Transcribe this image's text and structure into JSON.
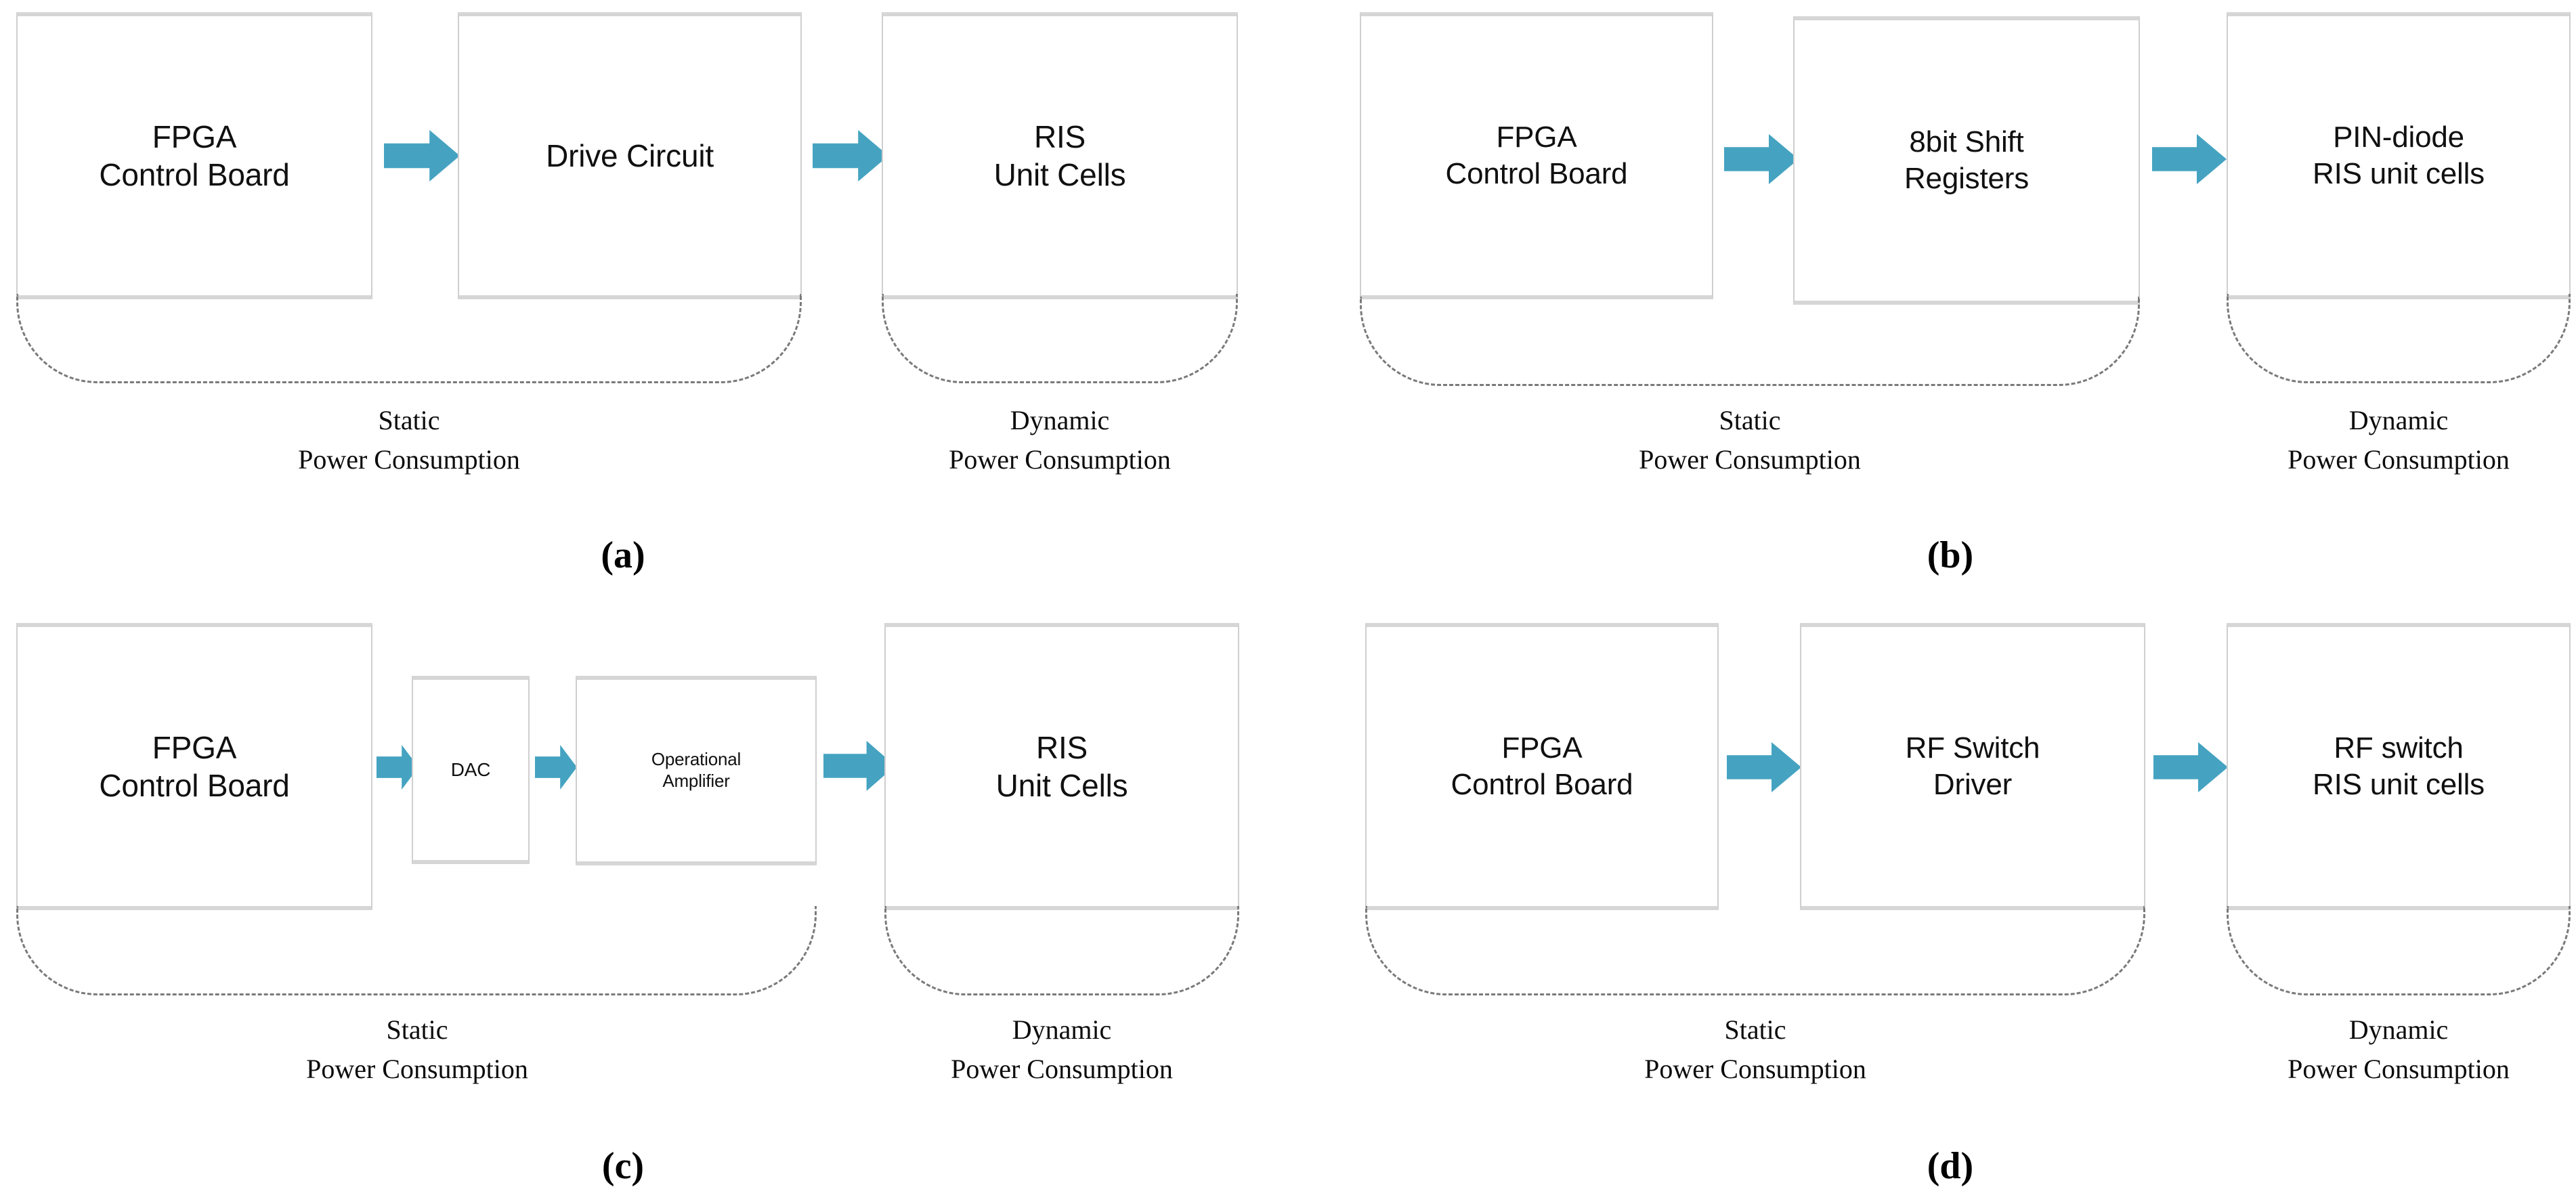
{
  "figure": {
    "background": "#ffffff",
    "arrow_color": "#45A3C1",
    "box_border_color": "#cfcfcf",
    "brace_color": "#7a7a7a",
    "text_color": "#101010"
  },
  "panels": [
    {
      "id": "a",
      "caption": "(a)",
      "boxes": [
        {
          "name": "fpga-control-board",
          "label": "FPGA\nControl Board"
        },
        {
          "name": "drive-circuit",
          "label": "Drive Circuit"
        },
        {
          "name": "ris-unit-cells",
          "label": "RIS\nUnit Cells"
        }
      ],
      "arrows": [
        {
          "name": "arrow-fpga-to-drive"
        },
        {
          "name": "arrow-drive-to-ris"
        }
      ],
      "braces": [
        {
          "name": "static-power-brace",
          "label": "Static\nPower Consumption"
        },
        {
          "name": "dynamic-power-brace",
          "label": "Dynamic\nPower Consumption"
        }
      ]
    },
    {
      "id": "b",
      "caption": "(b)",
      "boxes": [
        {
          "name": "fpga-control-board",
          "label": "FPGA\nControl Board"
        },
        {
          "name": "shift-registers",
          "label": "8bit Shift\nRegisters"
        },
        {
          "name": "pin-diode-ris-unit-cells",
          "label": "PIN-diode\nRIS unit cells"
        }
      ],
      "arrows": [
        {
          "name": "arrow-fpga-to-shift-registers"
        },
        {
          "name": "arrow-shift-registers-to-pin-diode"
        }
      ],
      "braces": [
        {
          "name": "static-power-brace",
          "label": "Static\nPower Consumption"
        },
        {
          "name": "dynamic-power-brace",
          "label": "Dynamic\nPower Consumption"
        }
      ]
    },
    {
      "id": "c",
      "caption": "(c)",
      "boxes": [
        {
          "name": "fpga-control-board",
          "label": "FPGA\nControl Board"
        },
        {
          "name": "dac",
          "label": "DAC"
        },
        {
          "name": "operational-amplifier",
          "label": "Operational\nAmplifier"
        },
        {
          "name": "ris-unit-cells",
          "label": "RIS\nUnit Cells"
        }
      ],
      "arrows": [
        {
          "name": "arrow-fpga-to-dac"
        },
        {
          "name": "arrow-dac-to-opamp"
        },
        {
          "name": "arrow-opamp-to-ris"
        }
      ],
      "braces": [
        {
          "name": "static-power-brace",
          "label": "Static\nPower Consumption"
        },
        {
          "name": "dynamic-power-brace",
          "label": "Dynamic\nPower Consumption"
        }
      ]
    },
    {
      "id": "d",
      "caption": "(d)",
      "boxes": [
        {
          "name": "fpga-control-board",
          "label": "FPGA\nControl Board"
        },
        {
          "name": "rf-switch-driver",
          "label": "RF Switch\nDriver"
        },
        {
          "name": "rf-switch-ris-unit-cells",
          "label": "RF switch\nRIS unit cells"
        }
      ],
      "arrows": [
        {
          "name": "arrow-fpga-to-rf-switch-driver"
        },
        {
          "name": "arrow-rf-switch-driver-to-ris"
        }
      ],
      "braces": [
        {
          "name": "static-power-brace",
          "label": "Static\nPower Consumption"
        },
        {
          "name": "dynamic-power-brace",
          "label": "Dynamic\nPower Consumption"
        }
      ]
    }
  ]
}
